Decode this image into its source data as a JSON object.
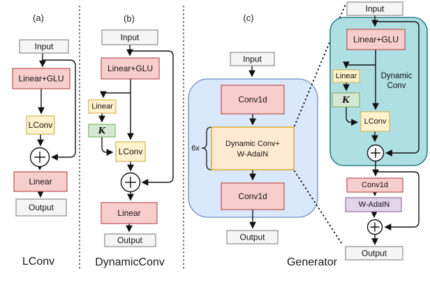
{
  "figure": {
    "panel_a": {
      "label": "(a)",
      "caption": "LConv",
      "nodes": {
        "input": "Input",
        "linear_glu": "Linear+GLU",
        "lconv": "LConv",
        "linear": "Linear",
        "output": "Output",
        "sum_symbol": "+"
      }
    },
    "panel_b": {
      "label": "(b)",
      "caption": "DynamicConv",
      "nodes": {
        "input": "Input",
        "linear_glu": "Linear+GLU",
        "linear": "Linear",
        "kernel": "K",
        "lconv": "LConv",
        "linear_out": "Linear",
        "output": "Output",
        "sum_symbol": "+"
      }
    },
    "panel_c": {
      "label": "(c)",
      "caption": "Generator",
      "nodes": {
        "input": "Input",
        "conv1d_top": "Conv1d",
        "repeat_count": "6x",
        "dynamic_line1": "Dynamic Conv+",
        "dynamic_line2": "W-AdaIN",
        "conv1d_bottom": "Conv1d",
        "output": "Output"
      }
    },
    "panel_detail": {
      "region_line1": "Dynamic",
      "region_line2": "Conv",
      "nodes": {
        "input": "Input",
        "linear_glu": "Linear+GLU",
        "linear": "Linear",
        "kernel": "K",
        "lconv": "LConv",
        "conv1d": "Conv1d",
        "w_adain": "W-AdaIN",
        "output": "Output",
        "sum_symbol": "+"
      }
    },
    "colors": {
      "box_red_fill": "#f8cecc",
      "box_red_stroke": "#b85450",
      "box_yellow_fill": "#fff2cc",
      "box_yellow_stroke": "#d6b656",
      "box_green_fill": "#d5e8d4",
      "box_green_stroke": "#82b366",
      "box_gray_fill": "#f5f5f5",
      "box_gray_stroke": "#8c8c8c",
      "box_purple_fill": "#e1d5e7",
      "box_purple_stroke": "#9673a6",
      "box_orange_fill": "#ffe9d3",
      "box_orange_stroke": "#d79b00",
      "container_blue_fill": "#dae8fc",
      "container_blue_stroke": "#6c8ebf",
      "container_teal_fill": "#aedfe3",
      "container_teal_stroke": "#2b7f87"
    }
  }
}
